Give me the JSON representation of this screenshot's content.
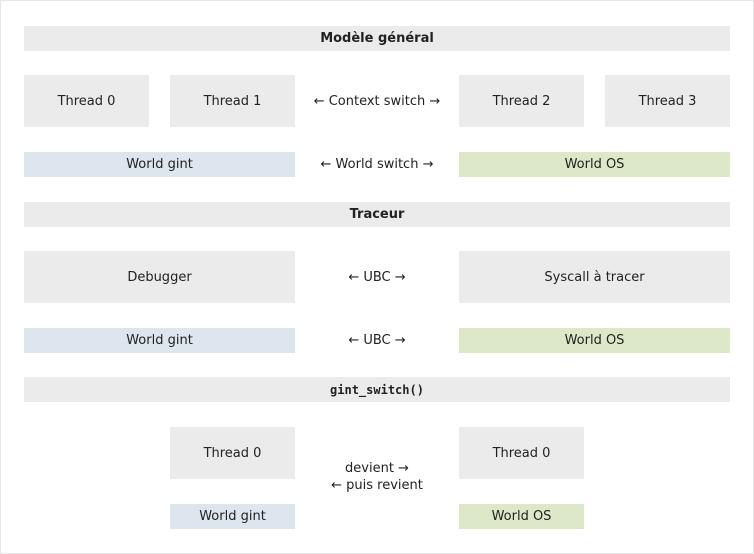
{
  "colors": {
    "grey_box": "#ebebeb",
    "world_gint": "#dde5ee",
    "world_os": "#dde8c9"
  },
  "sections": {
    "general": {
      "title": "Modèle général",
      "threads": [
        "Thread 0",
        "Thread 1",
        "Thread 2",
        "Thread 3"
      ],
      "context_switch": "← Context switch →",
      "world_gint": "World gint",
      "world_switch": "← World switch →",
      "world_os": "World OS"
    },
    "tracer": {
      "title": "Traceur",
      "debugger": "Debugger",
      "ubc_top": "← UBC →",
      "syscall": "Syscall à tracer",
      "world_gint": "World gint",
      "ubc_bottom": "← UBC →",
      "world_os": "World OS"
    },
    "switch": {
      "title": "gint_switch()",
      "thread_left": "Thread 0",
      "thread_right": "Thread 0",
      "devient": "devient →",
      "puis_revient": "← puis revient",
      "world_gint": "World gint",
      "world_os": "World OS"
    }
  }
}
